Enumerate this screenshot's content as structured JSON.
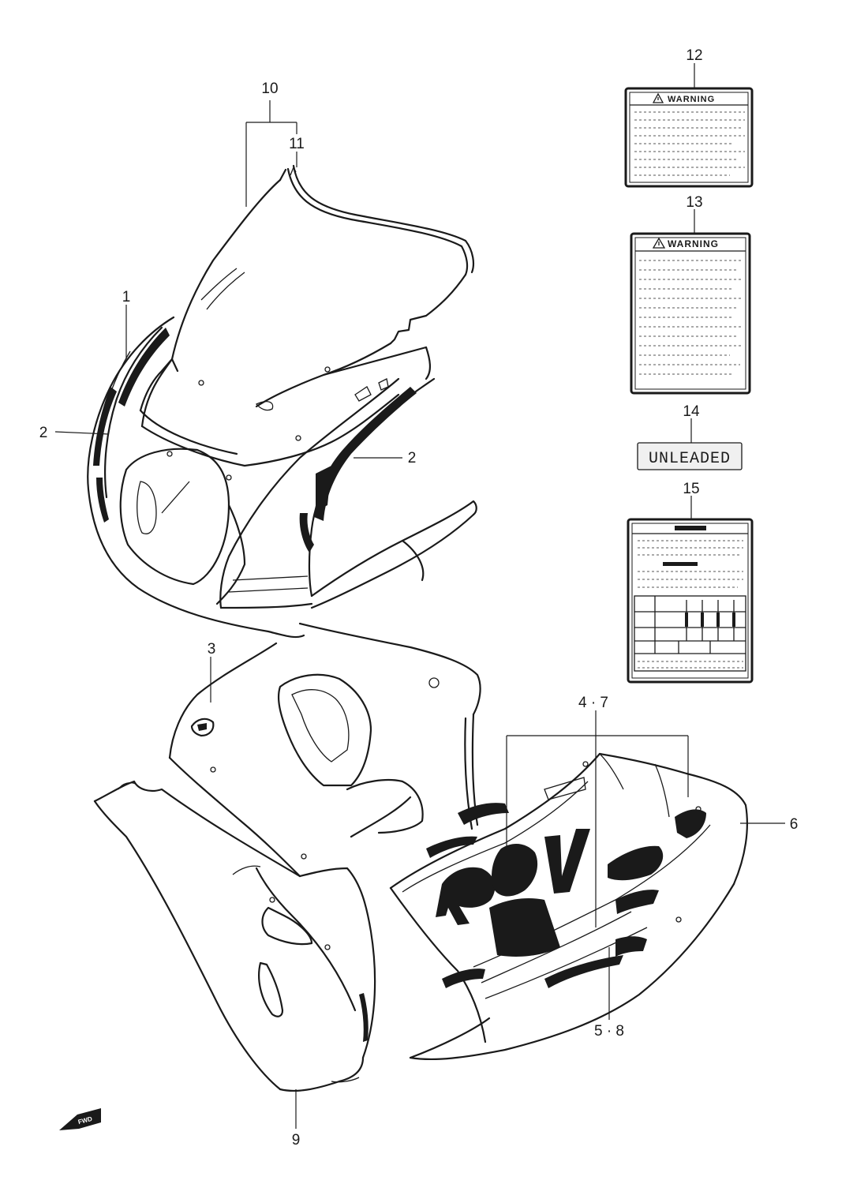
{
  "callouts": {
    "c1": "1",
    "c2_left": "2",
    "c2_right": "2",
    "c3": "3",
    "c4_7": "4 · 7",
    "c5_8": "5 · 8",
    "c6": "6",
    "c9": "9",
    "c10": "10",
    "c11": "11",
    "c12": "12",
    "c13": "13",
    "c14": "14",
    "c15": "15"
  },
  "labels": {
    "warning_12": "WARNING",
    "warning_13": "WARNING",
    "unleaded_14": "UNLEADED",
    "fwd_arrow": "FWD"
  },
  "icons": {
    "warning_symbol": "warning-triangle-icon",
    "direction_arrow": "forward-arrow-icon"
  },
  "colors": {
    "ink": "#1a1a1a",
    "paper": "#ffffff"
  }
}
